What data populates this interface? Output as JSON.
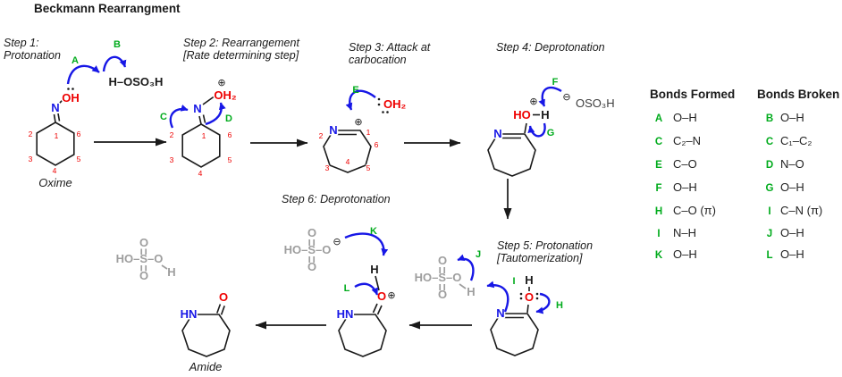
{
  "title": "Beckmann Rearrangment",
  "s1": {
    "l1": "Step 1:",
    "l2": "Protonation"
  },
  "s2": {
    "l1": "Step 2: Rearrangement",
    "l2": "[Rate determining step]"
  },
  "s3": {
    "l1": "Step 3: Attack at",
    "l2": "carbocation"
  },
  "s4": {
    "l1": "Step 4: Deprotonation"
  },
  "s5": {
    "l1": "Step 5: Protonation",
    "l2": "[Tautomerization]"
  },
  "s6": {
    "l1": "Step 6: Deprotonation"
  },
  "names": {
    "oxime": "Oxime",
    "amide": "Amide"
  },
  "atoms": {
    "N": "N",
    "OH": "OH",
    "OH2": "OH₂",
    "HO": "HO",
    "H": "H",
    "O": "O",
    "HN": "HN",
    "plus": "⊕",
    "minus": "⊖"
  },
  "formulas": {
    "h_oso3h": "H–OSO₃H",
    "oso3h": "OSO₃H",
    "ho_s_o": "HO–S–O"
  },
  "ring": [
    "1",
    "2",
    "3",
    "4",
    "5",
    "6"
  ],
  "arrows": {
    "A": "A",
    "B": "B",
    "C": "C",
    "D": "D",
    "E": "E",
    "F": "F",
    "G": "G",
    "H": "H",
    "I": "I",
    "J": "J",
    "K": "K",
    "L": "L"
  },
  "table": {
    "formed": {
      "title": "Bonds Formed",
      "rows": [
        [
          "A",
          "O–H"
        ],
        [
          "C",
          "C₂–N"
        ],
        [
          "E",
          "C–O"
        ],
        [
          "F",
          "O–H"
        ],
        [
          "H",
          "C–O (π)"
        ],
        [
          "I",
          "N–H"
        ],
        [
          "K",
          "O–H"
        ]
      ]
    },
    "broken": {
      "title": "Bonds Broken",
      "rows": [
        [
          "B",
          "O–H"
        ],
        [
          "C",
          "C₁–C₂"
        ],
        [
          "D",
          "N–O"
        ],
        [
          "G",
          "O–H"
        ],
        [
          "I",
          "C–N (π)"
        ],
        [
          "J",
          "O–H"
        ],
        [
          "L",
          "O–H"
        ]
      ]
    }
  },
  "colors": {
    "blue": "#1717e6",
    "red": "#ee0000",
    "green": "#00ab1c",
    "gray": "#9e9e9e",
    "dark_gray": "#3d3d3d",
    "black": "#1a1a1a"
  }
}
